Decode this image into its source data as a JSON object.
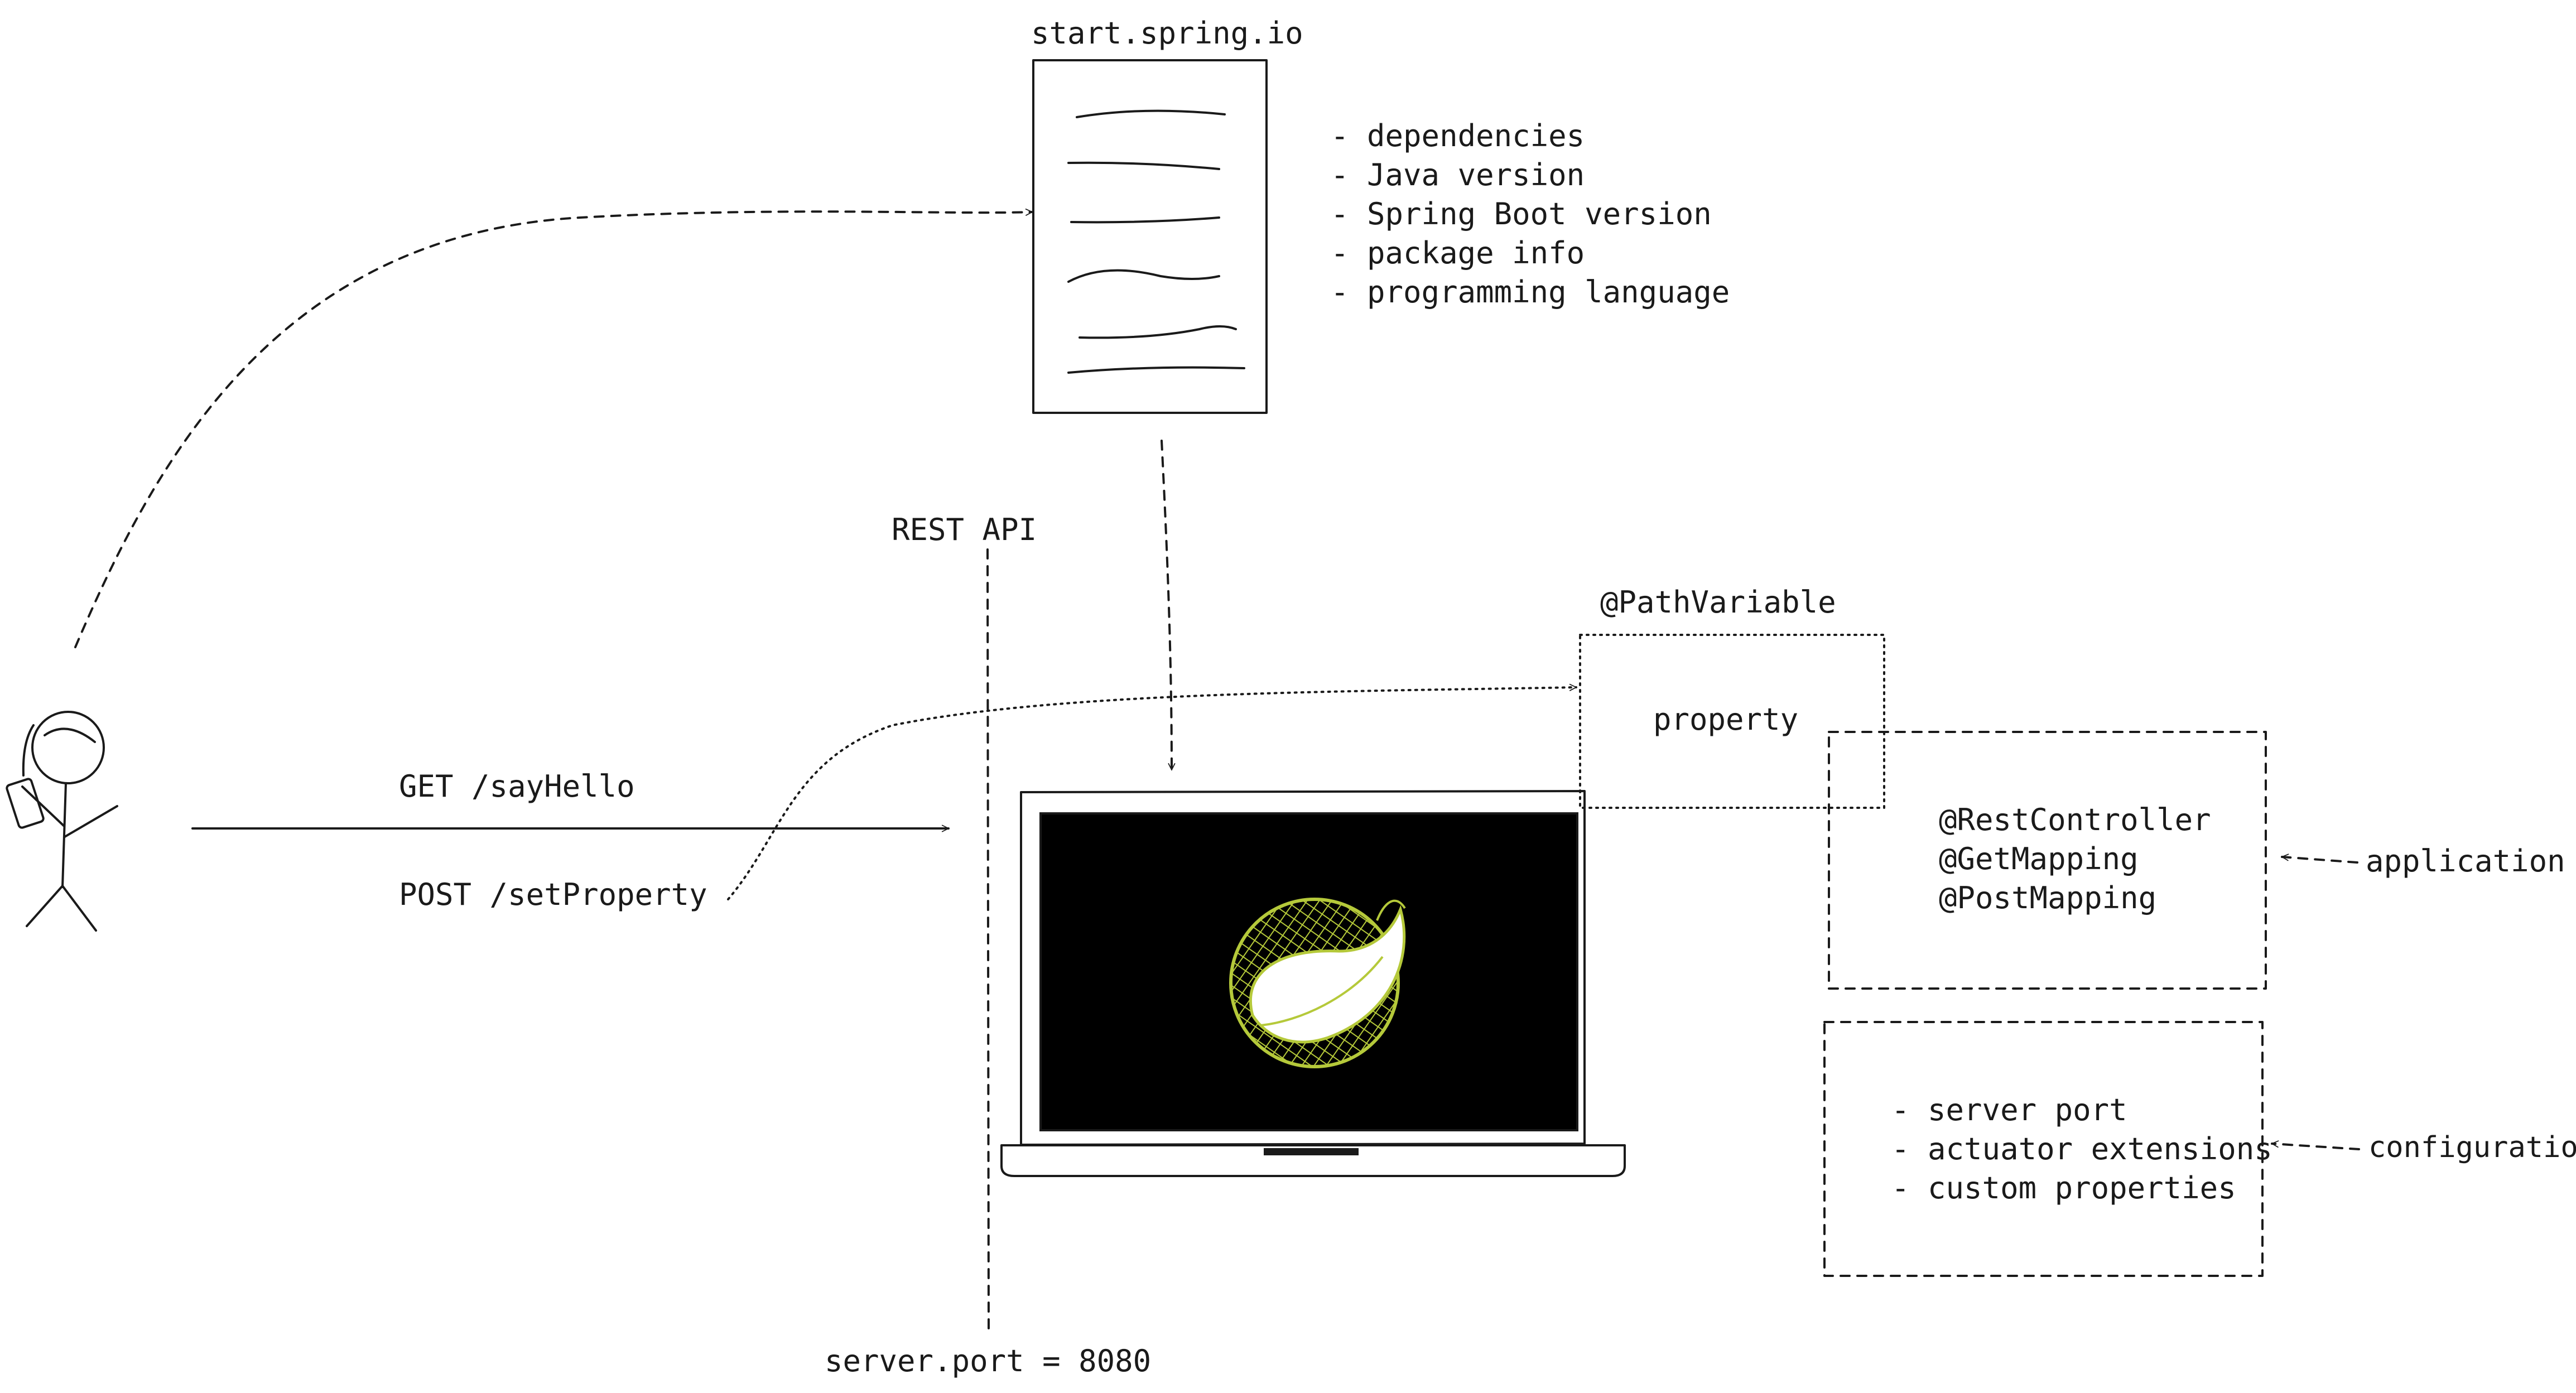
{
  "diagram": {
    "start_title": "start.spring.io",
    "start_options": [
      "- dependencies",
      "- Java version",
      "- Spring Boot version",
      "- package info",
      "- programming language"
    ],
    "rest_api_label": "REST API",
    "server_port_label": "server.port = 8080",
    "get_label": "GET /sayHello",
    "post_label": "POST /setProperty",
    "path_variable_label": "@PathVariable",
    "property_label": "property",
    "annotations": [
      "@RestController",
      "@GetMapping",
      "@PostMapping"
    ],
    "application_label": "application",
    "config_items": [
      "- server port",
      "- actuator extensions",
      "- custom properties"
    ],
    "configuration_label": "configuration",
    "colors": {
      "ink": "#1a1a1a",
      "screen": "#000000",
      "spring_green": "#b5c93a"
    },
    "icons": [
      "stick-figure-icon",
      "document-icon",
      "laptop-icon",
      "spring-leaf-logo-icon"
    ]
  }
}
